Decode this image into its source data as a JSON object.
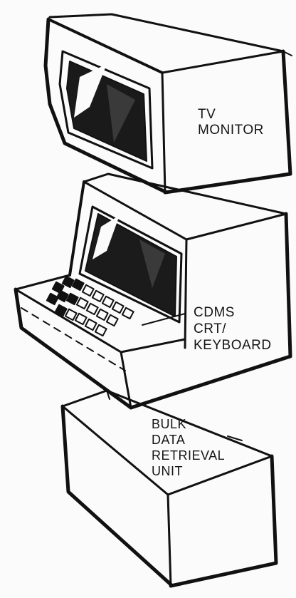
{
  "figure": {
    "ink_color": "#111111",
    "paper_color": "#fbfbfb"
  },
  "units": [
    {
      "id": "tv_monitor",
      "label_lines": [
        "TV",
        "MONITOR"
      ],
      "icon": "tv-monitor-icon"
    },
    {
      "id": "cdms_crt_keyboard",
      "label_lines": [
        "CDMS",
        "CRT/",
        "KEYBOARD"
      ],
      "icon": "crt-keyboard-icon"
    },
    {
      "id": "bulk_data_retrieval_unit",
      "label_lines": [
        "BULK",
        "DATA",
        "RETRIEVAL",
        "UNIT"
      ],
      "icon": "cabinet-icon"
    }
  ]
}
